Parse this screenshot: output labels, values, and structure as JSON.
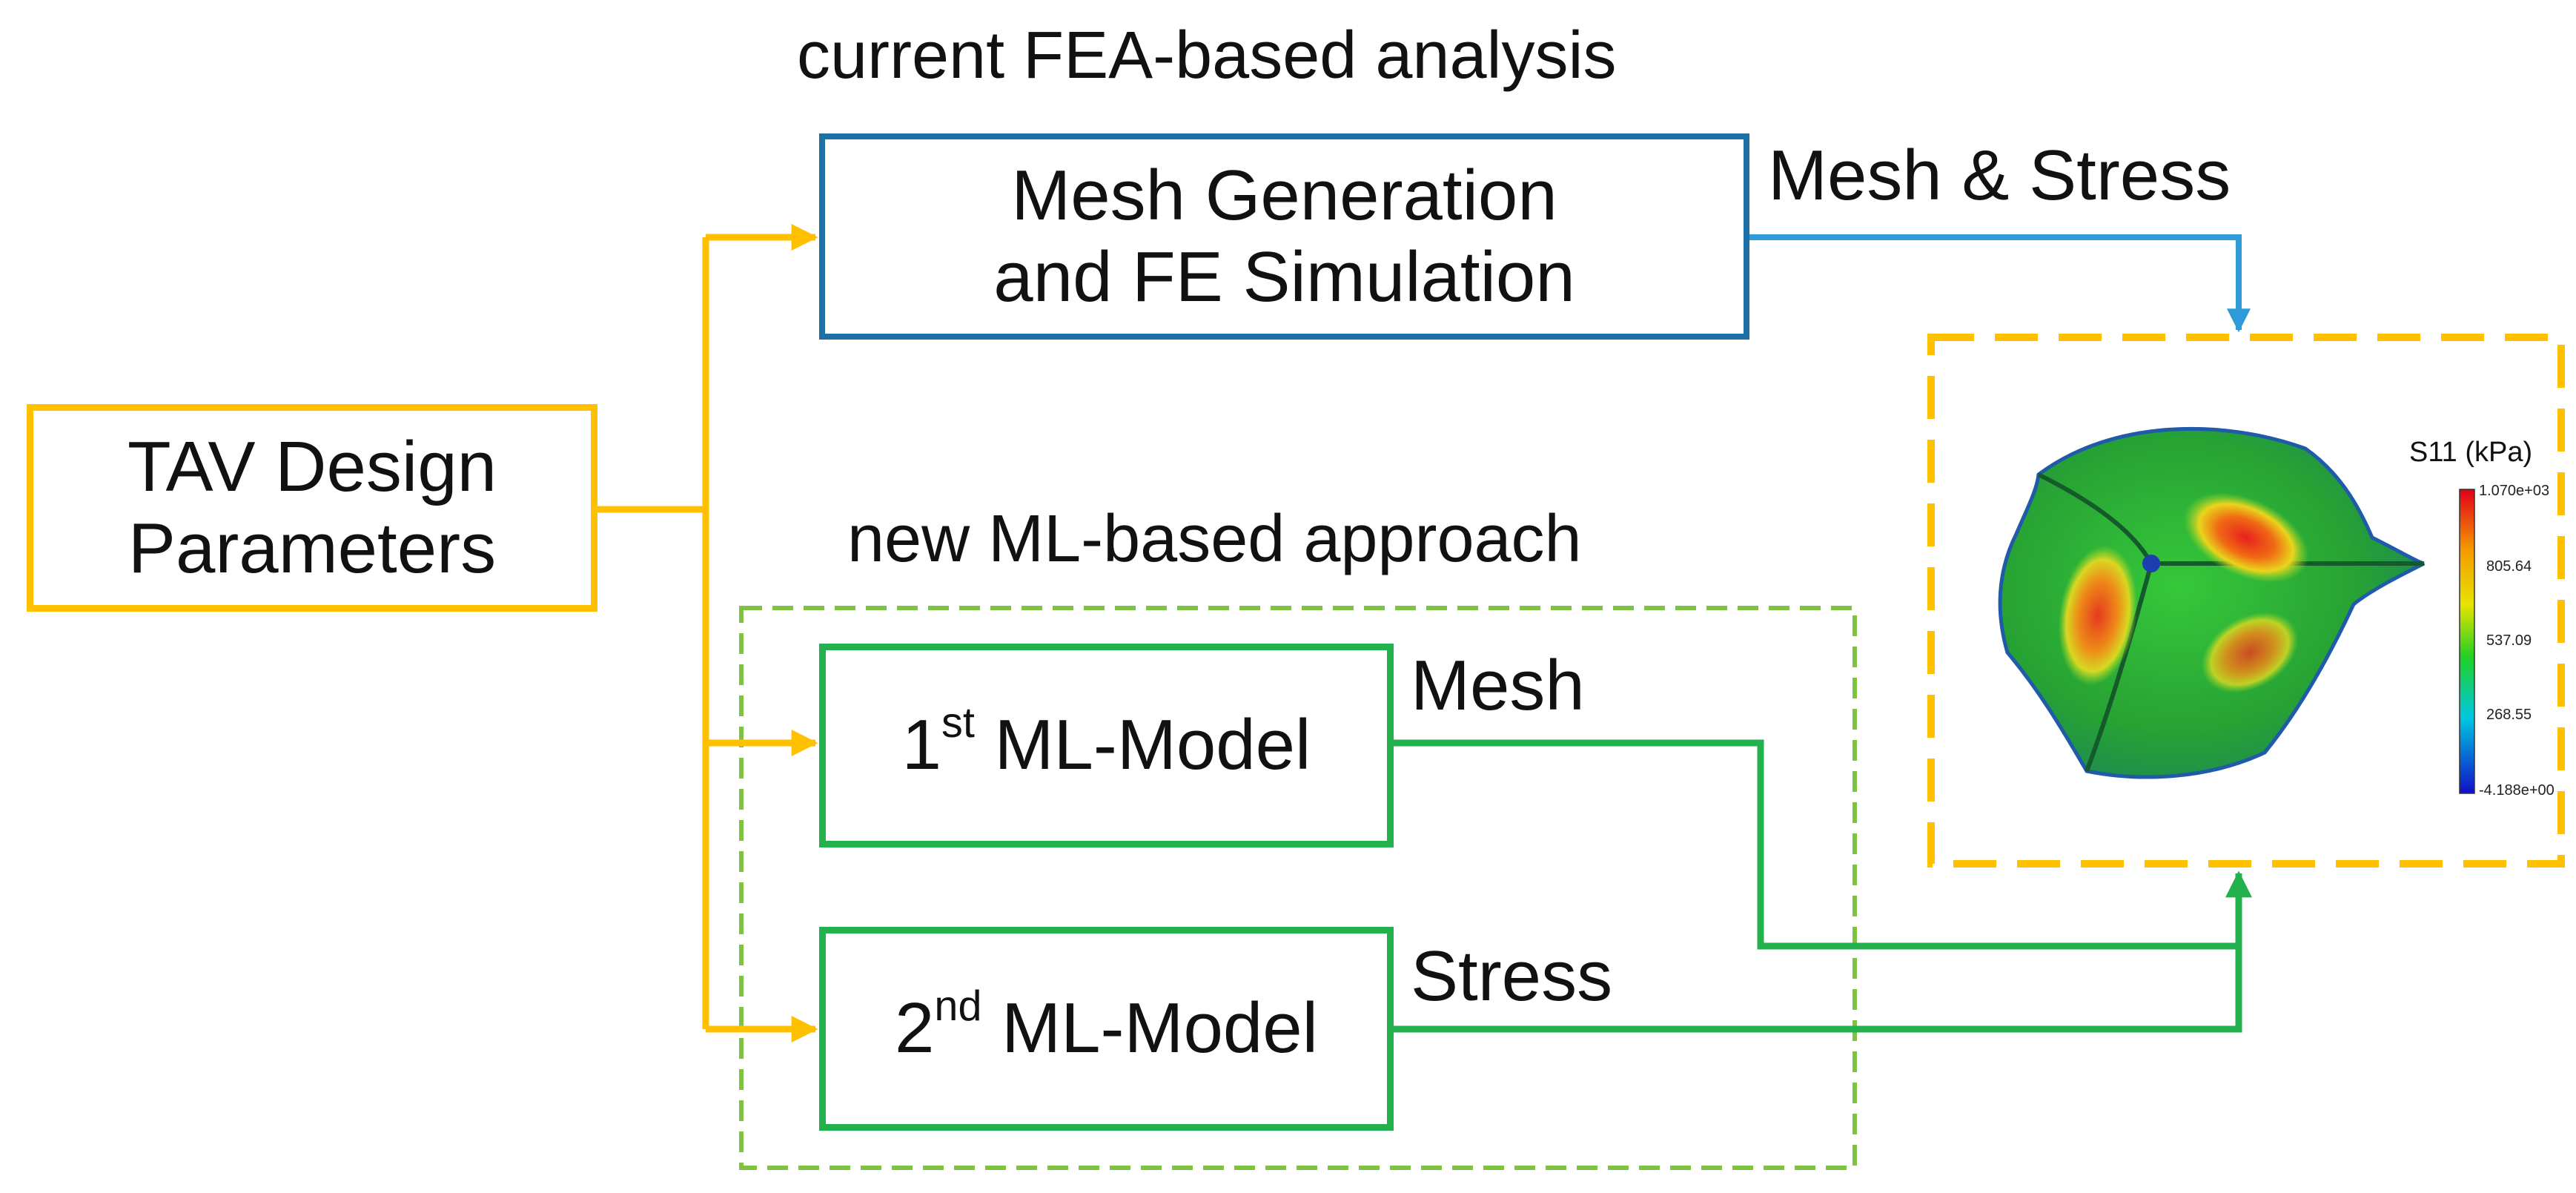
{
  "section_labels": {
    "fea": "current FEA-based analysis",
    "ml": "new ML-based approach"
  },
  "input_box": {
    "line1": "TAV Design",
    "line2": "Parameters"
  },
  "fea_box": {
    "line1": "Mesh Generation",
    "line2": "and FE Simulation"
  },
  "ml_model_1": {
    "num": "1",
    "suffix": "st",
    "name": "ML-Model"
  },
  "ml_model_2": {
    "num": "2",
    "suffix": "nd",
    "name": "ML-Model"
  },
  "edge_labels": {
    "fea_output": "Mesh & Stress",
    "ml1_output": "Mesh",
    "ml2_output": "Stress"
  },
  "stress_map": {
    "title": "S11 (kPa)",
    "colorbar_ticks": [
      "1.070e+03",
      "805.64",
      "537.09",
      "268.55",
      "-4.188e+00"
    ]
  },
  "colors": {
    "orange": "#FFC000",
    "blue": "#1F6FA7",
    "arrow_blue": "#2E9BD8",
    "green": "#22B14C",
    "dashed_green": "#7DC242"
  }
}
